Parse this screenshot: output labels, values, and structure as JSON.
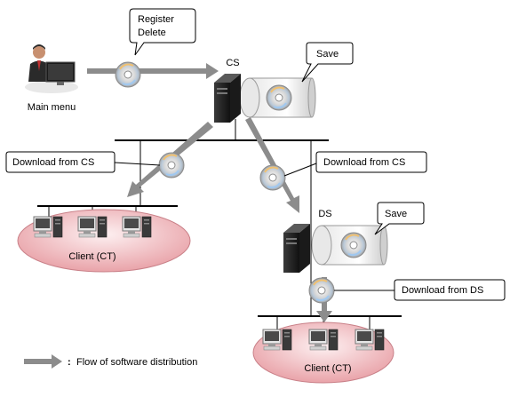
{
  "nodes": {
    "main_menu": "Main menu",
    "cs": "CS",
    "ds": "DS",
    "client_left": "Client (CT)",
    "client_right": "Client (CT)"
  },
  "callouts": {
    "register": "Register",
    "delete": "Delete",
    "save_cs": "Save",
    "save_ds": "Save",
    "download_cs_left": "Download from CS",
    "download_cs_right": "Download from CS",
    "download_ds": "Download from DS"
  },
  "legend": {
    "colon": ":",
    "text": "Flow of software distribution"
  },
  "colors": {
    "arrow": "#8c8c8c",
    "network_line": "#000000",
    "ellipse_fill": "#f0b8bc",
    "callout_border": "#000000"
  }
}
